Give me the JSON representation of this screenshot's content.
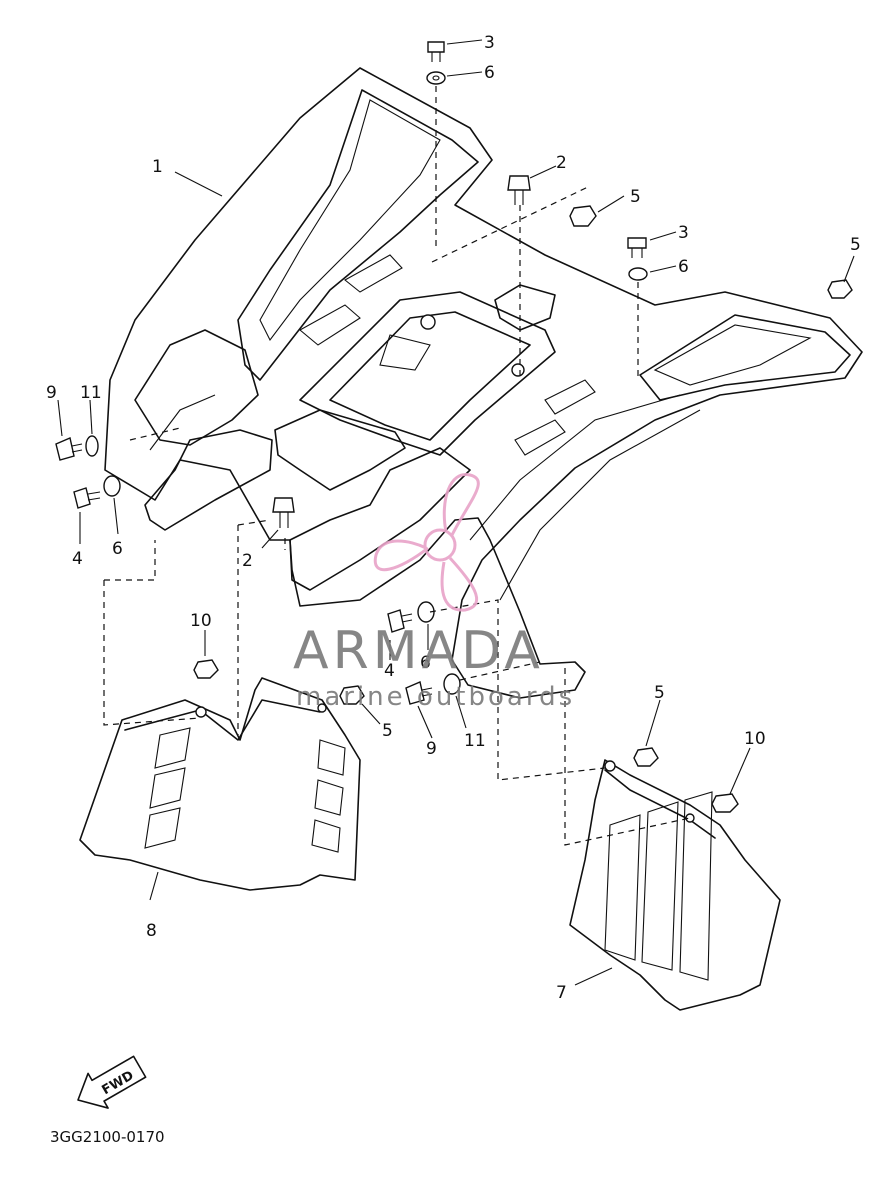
{
  "diagram": {
    "code": "3GG2100-0170",
    "fwd_label": "FWD",
    "callouts": [
      "1",
      "2",
      "3",
      "4",
      "5",
      "6",
      "7",
      "8",
      "9",
      "10",
      "11"
    ],
    "labels": {
      "l1": "1",
      "l2a": "2",
      "l2b": "2",
      "l3a": "3",
      "l3b": "3",
      "l4a": "4",
      "l4b": "4",
      "l5a": "5",
      "l5b": "5",
      "l5c": "5",
      "l5d": "5",
      "l6a": "6",
      "l6b": "6",
      "l6c": "6",
      "l6d": "6",
      "l7": "7",
      "l8": "8",
      "l9a": "9",
      "l9b": "9",
      "l10a": "10",
      "l10b": "10",
      "l11a": "11",
      "l11b": "11"
    }
  },
  "watermark": {
    "brand": "ARMADA",
    "tagline": "marine outboards",
    "colors": {
      "logo": "#e8a3c8",
      "text": "#7a7a7a"
    }
  }
}
